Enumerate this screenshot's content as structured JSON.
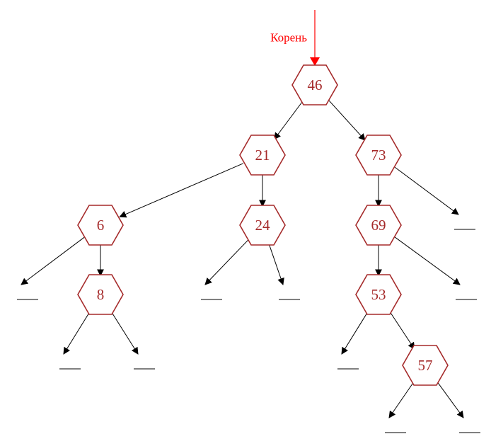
{
  "root_label": "Корень",
  "colors": {
    "node_stroke": "#a52a2a",
    "node_text": "#a52a2a",
    "root_arrow": "#ff0000",
    "root_label": "#ff0000",
    "edge": "#000000",
    "null_marker": "#000000"
  },
  "tree": {
    "root": "46",
    "nodes": [
      "46",
      "21",
      "73",
      "6",
      "24",
      "69",
      "8",
      "53",
      "57"
    ],
    "edges": [
      {
        "from": "46",
        "to": "21"
      },
      {
        "from": "46",
        "to": "73"
      },
      {
        "from": "21",
        "to": "6"
      },
      {
        "from": "21",
        "to": "24"
      },
      {
        "from": "73",
        "to": "69"
      },
      {
        "from": "73",
        "to": null
      },
      {
        "from": "6",
        "to": null
      },
      {
        "from": "6",
        "to": "8"
      },
      {
        "from": "24",
        "to": null
      },
      {
        "from": "24",
        "to": null
      },
      {
        "from": "69",
        "to": "53"
      },
      {
        "from": "69",
        "to": null
      },
      {
        "from": "8",
        "to": null
      },
      {
        "from": "8",
        "to": null
      },
      {
        "from": "53",
        "to": null
      },
      {
        "from": "53",
        "to": "57"
      },
      {
        "from": "57",
        "to": null
      },
      {
        "from": "57",
        "to": null
      }
    ]
  }
}
